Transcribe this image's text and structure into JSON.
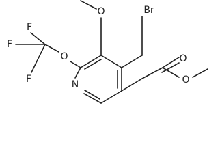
{
  "molecule": {
    "atoms": {
      "ring_nitrogen": "N",
      "methoxy_oxygen": "O",
      "ocf3_oxygen": "O",
      "bromine": "Br",
      "ester_carbonyl_oxygen": "O",
      "ester_ether_oxygen": "O",
      "fluorine_top": "F",
      "fluorine_left": "F",
      "fluorine_bottom": "F"
    }
  }
}
